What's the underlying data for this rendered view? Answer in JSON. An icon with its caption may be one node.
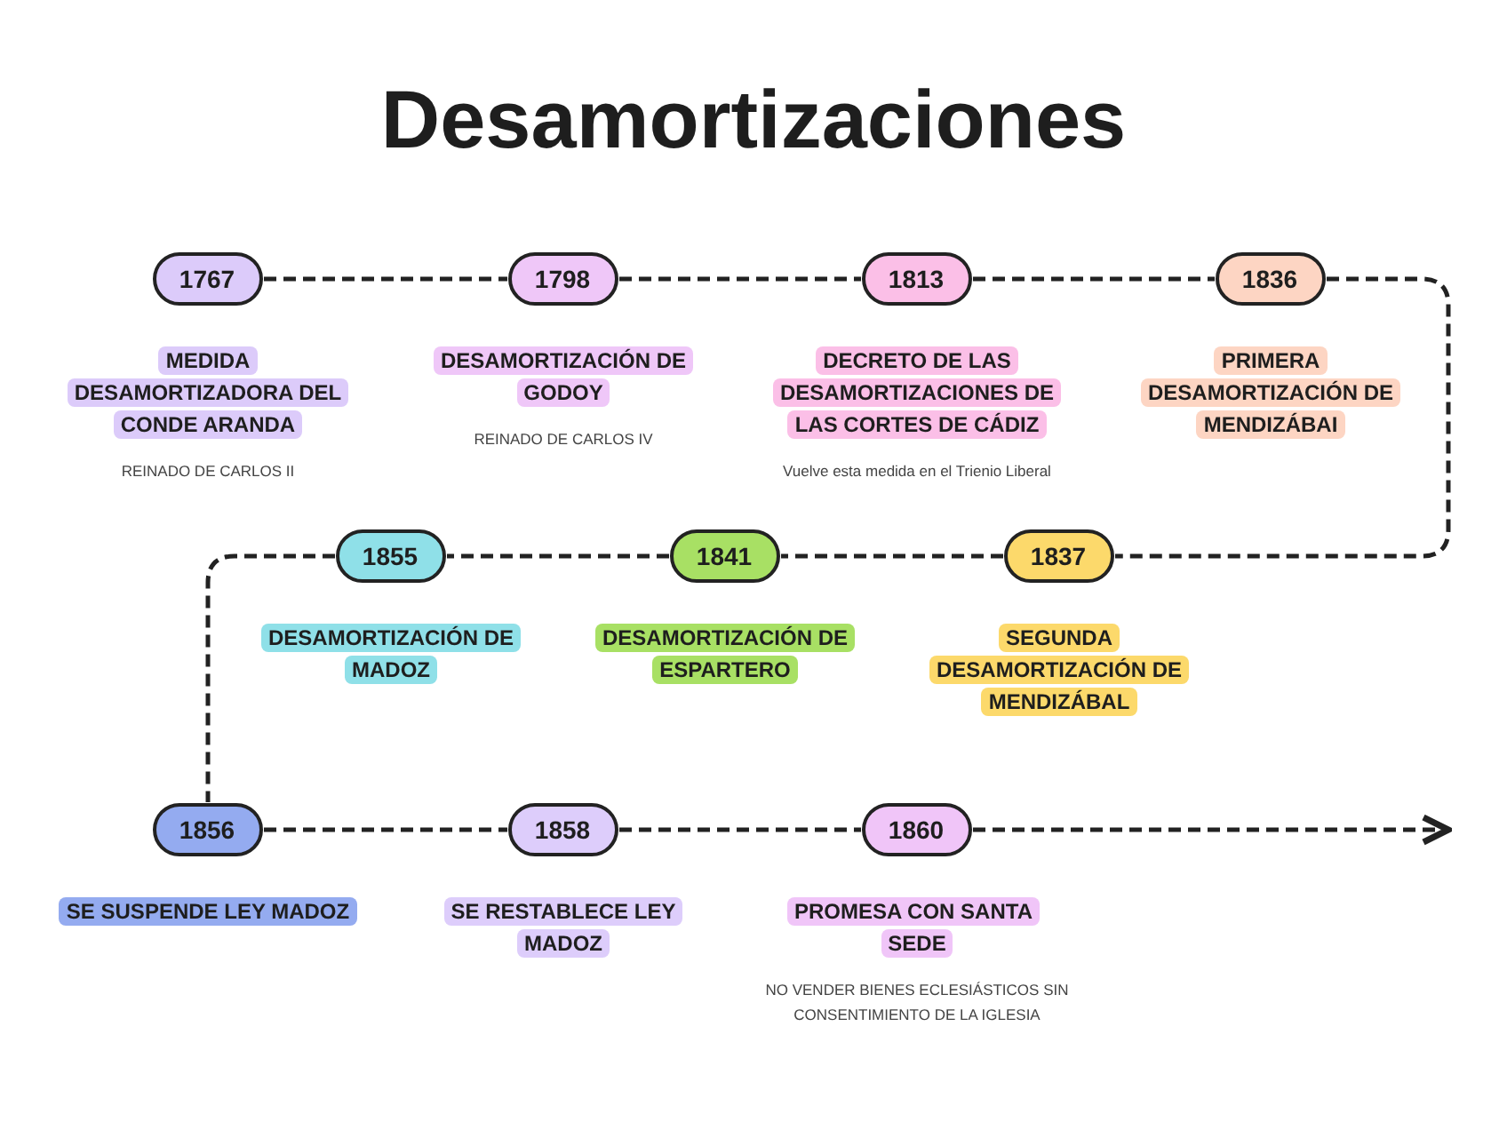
{
  "diagram": {
    "title": "Desamortizaciones",
    "nodes": [
      {
        "text": [
          "1767"
        ],
        "beside": [
          "MEDIDA DESAMORTIZADORA DEL CONDE ARANDA",
          "REINADO DE CARLOS II"
        ]
      },
      {
        "text": [
          "1798"
        ],
        "beside": [
          "DESAMORTIZACIÓN DE GODOY",
          "REINADO DE CARLOS IV"
        ]
      },
      {
        "text": [
          "1813"
        ],
        "beside": [
          "DECRETO DE LAS DESAMORTIZACIONES DE LAS CORTES DE CÁDIZ",
          "Vuelve esta medida en el Trienio Liberal"
        ]
      },
      {
        "text": [
          "1836"
        ],
        "beside": [
          "PRIMERA DESAMORTIZACIÓN DE MENDIZÁBAI"
        ]
      },
      {
        "text": [
          "1837"
        ],
        "beside": [
          "SEGUNDA DESAMORTIZACIÓN DE MENDIZÁBAL"
        ]
      },
      {
        "text": [
          "1841"
        ],
        "beside": [
          "DESAMORTIZACIÓN DE ESPARTERO"
        ]
      },
      {
        "text": [
          "1855"
        ],
        "beside": [
          "DESAMORTIZACIÓN DE MADOZ"
        ]
      },
      {
        "text": [
          "1856"
        ],
        "beside": [
          "SE SUSPENDE LEY MADOZ"
        ]
      },
      {
        "text": [
          "1858"
        ],
        "beside": [
          "SE RESTABLECE LEY MADOZ"
        ]
      },
      {
        "text": [
          "1860"
        ],
        "beside": [
          "PROMESA CON SANTA SEDE",
          "NO VENDER BIENES ECLESIÁSTICOS SIN CONSENTIMIENTO DE LA IGLESIA"
        ]
      }
    ],
    "edges": [
      {
        "from": 0,
        "to": 1,
        "arrow": "none",
        "style": "dashed"
      },
      {
        "from": 1,
        "to": 2,
        "arrow": "none",
        "style": "dashed"
      },
      {
        "from": 2,
        "to": 3,
        "arrow": "none",
        "style": "dashed"
      },
      {
        "from": 3,
        "to": 4,
        "arrow": "none",
        "style": "dashed"
      },
      {
        "from": 4,
        "to": 5,
        "arrow": "none",
        "style": "dashed"
      },
      {
        "from": 5,
        "to": 6,
        "arrow": "none",
        "style": "dashed"
      },
      {
        "from": 6,
        "to": 7,
        "arrow": "none",
        "style": "dashed"
      },
      {
        "from": 7,
        "to": 8,
        "arrow": "none",
        "style": "dashed"
      },
      {
        "from": 8,
        "to": 9,
        "arrow": "none",
        "style": "dashed"
      },
      {
        "from": 9,
        "to": null,
        "arrow": "to",
        "style": "dashed"
      }
    ]
  }
}
